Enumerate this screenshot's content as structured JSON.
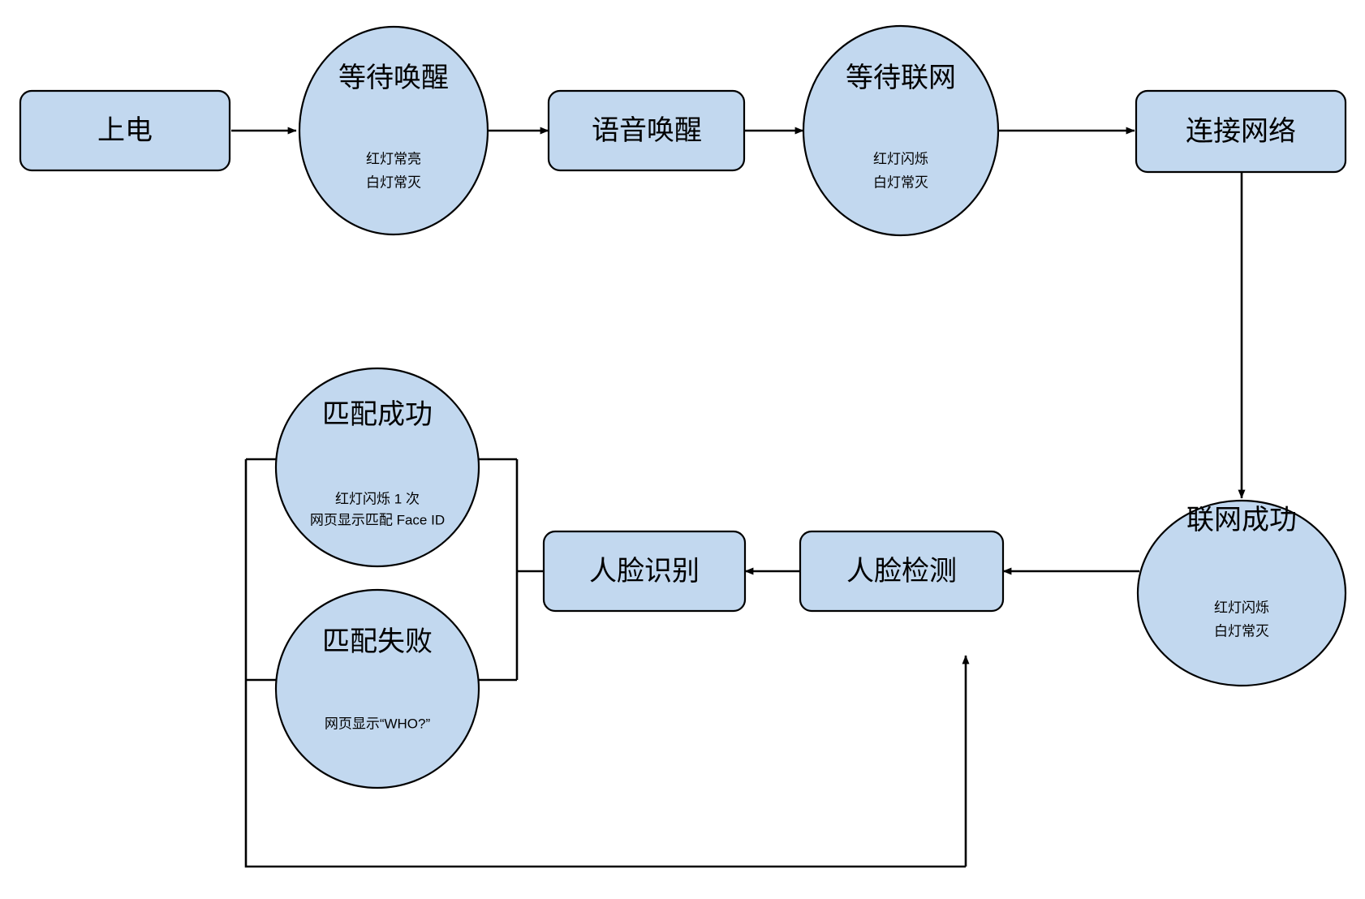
{
  "diagram": {
    "type": "state-flowchart",
    "background_color": "#ffffff",
    "node_fill_color": "#c2d8ef",
    "node_stroke_color": "#000000",
    "edge_color": "#000000",
    "nodes": [
      {
        "id": "power-on",
        "shape": "rounded-rect",
        "title": "上电",
        "sub_lines": []
      },
      {
        "id": "wait-wakeup",
        "shape": "ellipse",
        "title": "等待唤醒",
        "sub_lines": [
          "红灯常亮",
          "白灯常灭"
        ]
      },
      {
        "id": "voice-wakeup",
        "shape": "rounded-rect",
        "title": "语音唤醒",
        "sub_lines": []
      },
      {
        "id": "wait-network",
        "shape": "ellipse",
        "title": "等待联网",
        "sub_lines": [
          "红灯闪烁",
          "白灯常灭"
        ]
      },
      {
        "id": "connect-network",
        "shape": "rounded-rect",
        "title": "连接网络",
        "sub_lines": []
      },
      {
        "id": "network-success",
        "shape": "ellipse",
        "title": "联网成功",
        "sub_lines": [
          "红灯闪烁",
          "白灯常灭"
        ]
      },
      {
        "id": "face-detect",
        "shape": "rounded-rect",
        "title": "人脸检测",
        "sub_lines": []
      },
      {
        "id": "face-recognize",
        "shape": "rounded-rect",
        "title": "人脸识别",
        "sub_lines": []
      },
      {
        "id": "match-success",
        "shape": "ellipse",
        "title": "匹配成功",
        "sub_lines": [
          "红灯闪烁 1 次",
          "网页显示匹配 Face ID"
        ]
      },
      {
        "id": "match-failure",
        "shape": "ellipse",
        "title": "匹配失败",
        "sub_lines": [
          "网页显示“WHO?”"
        ]
      }
    ],
    "edges": [
      {
        "id": "e1",
        "from": "power-on",
        "to": "wait-wakeup",
        "arrow": true
      },
      {
        "id": "e2",
        "from": "wait-wakeup",
        "to": "voice-wakeup",
        "arrow": true
      },
      {
        "id": "e3",
        "from": "voice-wakeup",
        "to": "wait-network",
        "arrow": true
      },
      {
        "id": "e4",
        "from": "wait-network",
        "to": "connect-network",
        "arrow": true
      },
      {
        "id": "e5",
        "from": "connect-network",
        "to": "network-success",
        "arrow": true
      },
      {
        "id": "e6",
        "from": "network-success",
        "to": "face-detect",
        "arrow": true
      },
      {
        "id": "e7",
        "from": "face-detect",
        "to": "face-recognize",
        "arrow": true
      },
      {
        "id": "e8",
        "from": "face-recognize",
        "to": "match-success",
        "arrow": false
      },
      {
        "id": "e9",
        "from": "face-recognize",
        "to": "match-failure",
        "arrow": false
      },
      {
        "id": "e10",
        "from": "match-failure",
        "to": "face-detect",
        "arrow": true
      }
    ]
  }
}
